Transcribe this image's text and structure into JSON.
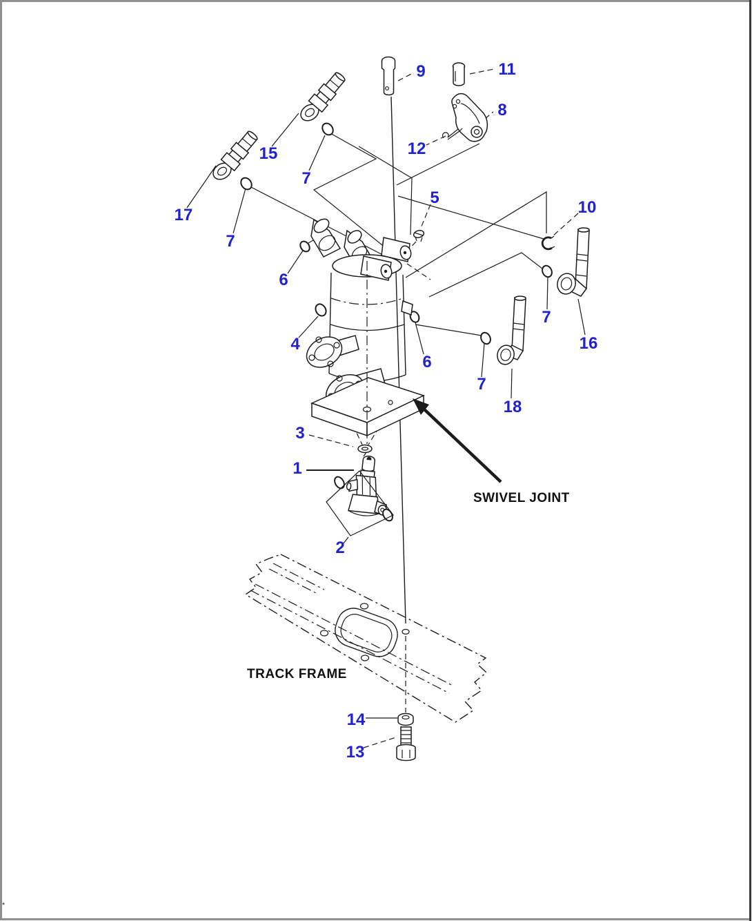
{
  "figure": {
    "kind": "exploded-parts-diagram",
    "annotations": {
      "swivel_joint": "SWIVEL JOINT",
      "track_frame": "TRACK FRAME"
    },
    "callouts": {
      "c1": "1",
      "c2": "2",
      "c3": "3",
      "c4": "4",
      "c5": "5",
      "c6": "6",
      "c7": "7",
      "c8": "8",
      "c9": "9",
      "c10": "10",
      "c11": "11",
      "c12": "12",
      "c13": "13",
      "c14": "14",
      "c15": "15",
      "c16": "16",
      "c17": "17",
      "c18": "18"
    },
    "colors": {
      "callout_blue": "#2222cc",
      "line_ink": "#1c1c1c",
      "page_background": "#ffffff",
      "frame_border": "#8c8c8c"
    }
  }
}
